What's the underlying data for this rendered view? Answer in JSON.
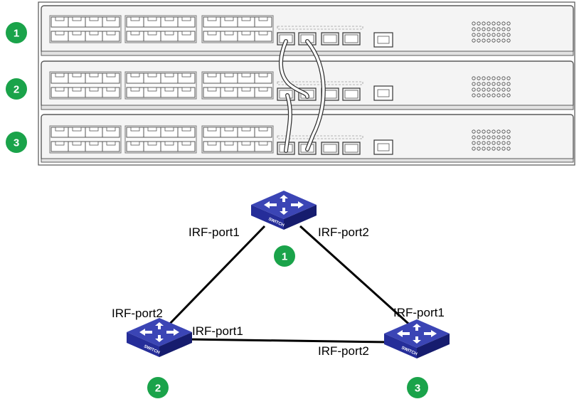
{
  "rack": {
    "members": [
      {
        "id": "1"
      },
      {
        "id": "2"
      },
      {
        "id": "3"
      }
    ]
  },
  "topology": {
    "nodes": [
      {
        "id": "1",
        "device_label": "SWITCH"
      },
      {
        "id": "2",
        "device_label": "SWITCH"
      },
      {
        "id": "3",
        "device_label": "SWITCH"
      }
    ],
    "links": [
      {
        "from": "1",
        "to": "2",
        "from_port": "IRF-port1",
        "to_port": "IRF-port2"
      },
      {
        "from": "1",
        "to": "3",
        "from_port": "IRF-port2",
        "to_port": "IRF-port1"
      },
      {
        "from": "2",
        "to": "3",
        "from_port": "IRF-port1",
        "to_port": "IRF-port2"
      }
    ]
  },
  "colors": {
    "badge": "#1aa34a",
    "chassis_fill": "#f4f4f4",
    "chassis_stroke": "#5a5a5a",
    "switch_top": "#3b45b5",
    "switch_side": "#1c2380",
    "link": "#000000"
  }
}
